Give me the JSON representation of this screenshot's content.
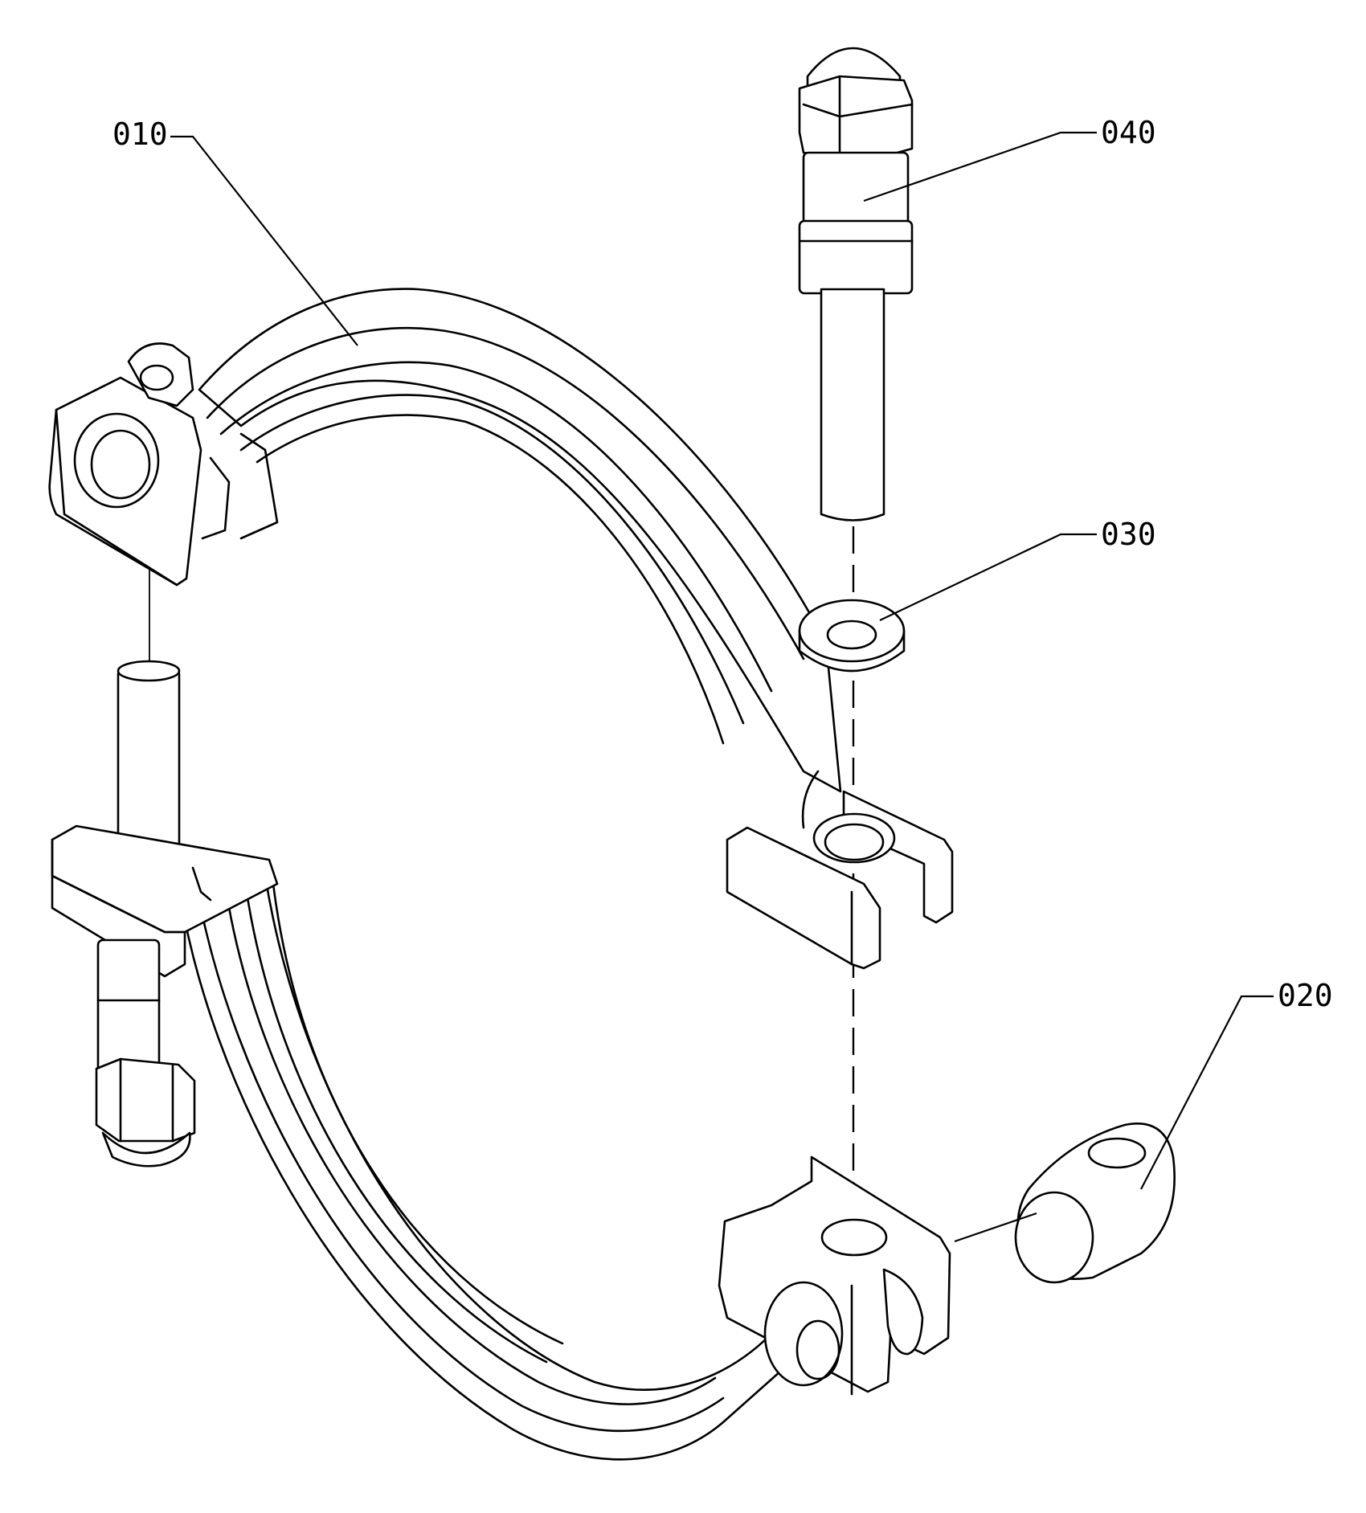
{
  "diagram": {
    "type": "exploded-assembly-drawing",
    "callouts": [
      {
        "id": "010",
        "label": "010"
      },
      {
        "id": "020",
        "label": "020"
      },
      {
        "id": "030",
        "label": "030"
      },
      {
        "id": "040",
        "label": "040"
      }
    ]
  }
}
